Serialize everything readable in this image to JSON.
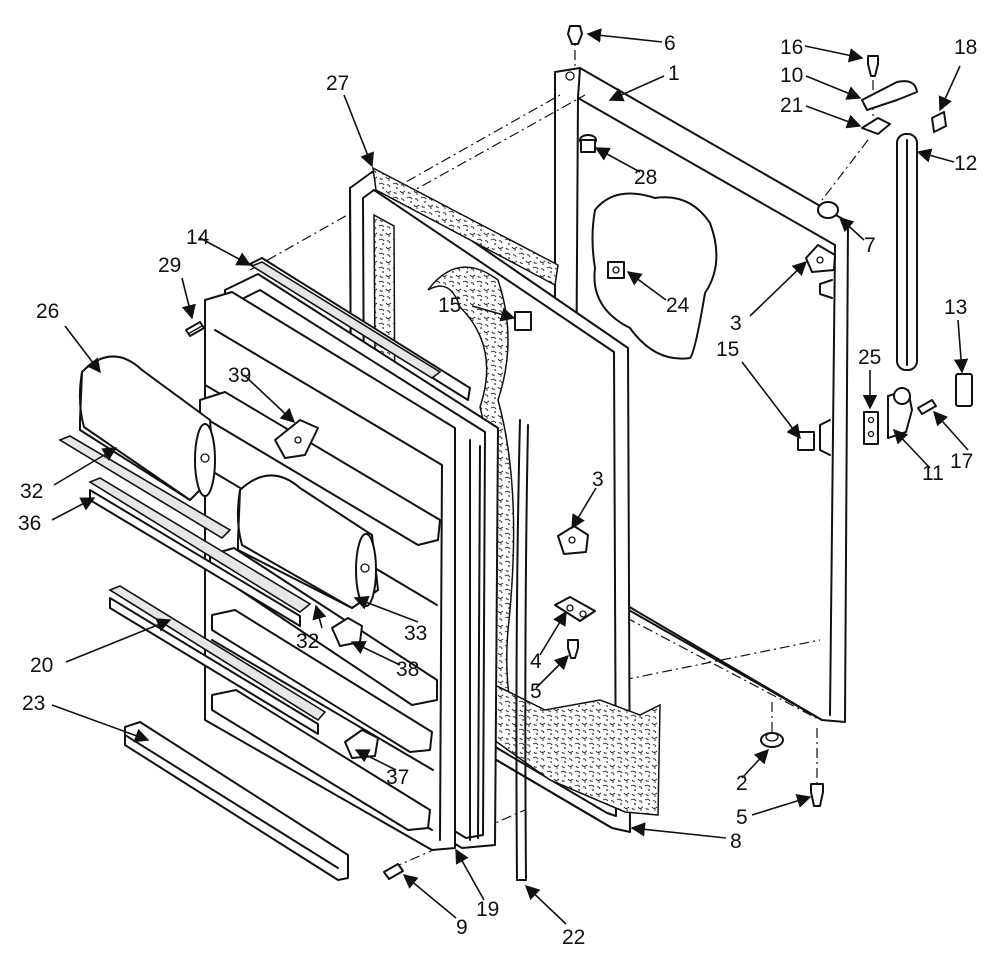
{
  "callouts": [
    {
      "id": "c6",
      "text": "6"
    },
    {
      "id": "c1",
      "text": "1"
    },
    {
      "id": "c16",
      "text": "16"
    },
    {
      "id": "c10",
      "text": "10"
    },
    {
      "id": "c18",
      "text": "18"
    },
    {
      "id": "c21",
      "text": "21"
    },
    {
      "id": "c12",
      "text": "12"
    },
    {
      "id": "c27",
      "text": "27"
    },
    {
      "id": "c28",
      "text": "28"
    },
    {
      "id": "c7",
      "text": "7"
    },
    {
      "id": "c14",
      "text": "14"
    },
    {
      "id": "c29",
      "text": "29"
    },
    {
      "id": "c24",
      "text": "24"
    },
    {
      "id": "c26",
      "text": "26"
    },
    {
      "id": "c15a",
      "text": "15"
    },
    {
      "id": "c3a",
      "text": "3"
    },
    {
      "id": "c13",
      "text": "13"
    },
    {
      "id": "c15b",
      "text": "15"
    },
    {
      "id": "c25",
      "text": "25"
    },
    {
      "id": "c39",
      "text": "39"
    },
    {
      "id": "c17",
      "text": "17"
    },
    {
      "id": "c11",
      "text": "11"
    },
    {
      "id": "c32a",
      "text": "32"
    },
    {
      "id": "c36",
      "text": "36"
    },
    {
      "id": "c3b",
      "text": "3"
    },
    {
      "id": "c33",
      "text": "33"
    },
    {
      "id": "c32b",
      "text": "32"
    },
    {
      "id": "c38",
      "text": "38"
    },
    {
      "id": "c4",
      "text": "4"
    },
    {
      "id": "c20",
      "text": "20"
    },
    {
      "id": "c5a",
      "text": "5"
    },
    {
      "id": "c23",
      "text": "23"
    },
    {
      "id": "c37",
      "text": "37"
    },
    {
      "id": "c2",
      "text": "2"
    },
    {
      "id": "c5b",
      "text": "5"
    },
    {
      "id": "c8",
      "text": "8"
    },
    {
      "id": "c19",
      "text": "19"
    },
    {
      "id": "c9",
      "text": "9"
    },
    {
      "id": "c22",
      "text": "22"
    }
  ]
}
